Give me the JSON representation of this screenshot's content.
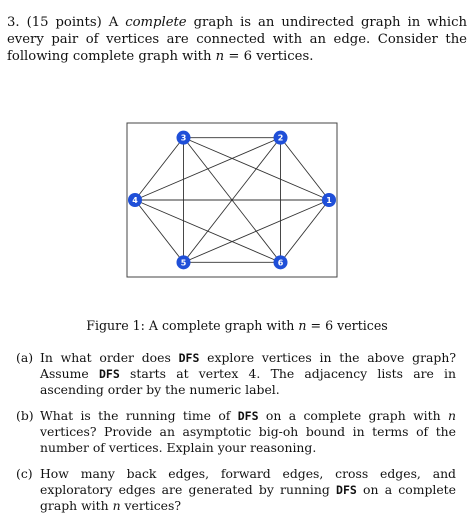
{
  "problem": {
    "number": "3.",
    "points": "(15 points)",
    "text_a": "A",
    "term": "complete",
    "text_b": "graph is an undirected graph in which every pair of vertices are connected with an edge. Consider the following complete graph with",
    "var_n": "n",
    "eq": "= 6",
    "text_c": "vertices."
  },
  "graph": {
    "vertices": [
      {
        "label": "1",
        "angle_deg": 0
      },
      {
        "label": "2",
        "angle_deg": 60
      },
      {
        "label": "3",
        "angle_deg": 120
      },
      {
        "label": "4",
        "angle_deg": 180
      },
      {
        "label": "5",
        "angle_deg": 240
      },
      {
        "label": "6",
        "angle_deg": 300
      }
    ],
    "vertex_color": "#1f4fd8",
    "edge_color": "#333333",
    "frame_color": "#444444"
  },
  "caption": {
    "prefix": "Figure 1: A complete graph with",
    "var_n": "n",
    "suffix": "= 6 vertices"
  },
  "parts": {
    "a": {
      "label": "(a)",
      "t1": "In what order does",
      "code1": "DFS",
      "t2": "explore vertices in the above graph? Assume",
      "code2": "DFS",
      "t3": "starts at vertex 4. The adjacency lists are in ascending order by the numeric label."
    },
    "b": {
      "label": "(b)",
      "t1": "What is the running time of",
      "code1": "DFS",
      "t2": "on a complete graph with",
      "var_n": "n",
      "t3": "vertices? Provide an asymptotic big-oh bound in terms of the number of vertices. Explain your reasoning."
    },
    "c": {
      "label": "(c)",
      "t1": "How many back edges, forward edges, cross edges, and exploratory edges are generated by running",
      "code1": "DFS",
      "t2": "on a complete graph with",
      "var_n": "n",
      "t3": "vertices?"
    }
  }
}
